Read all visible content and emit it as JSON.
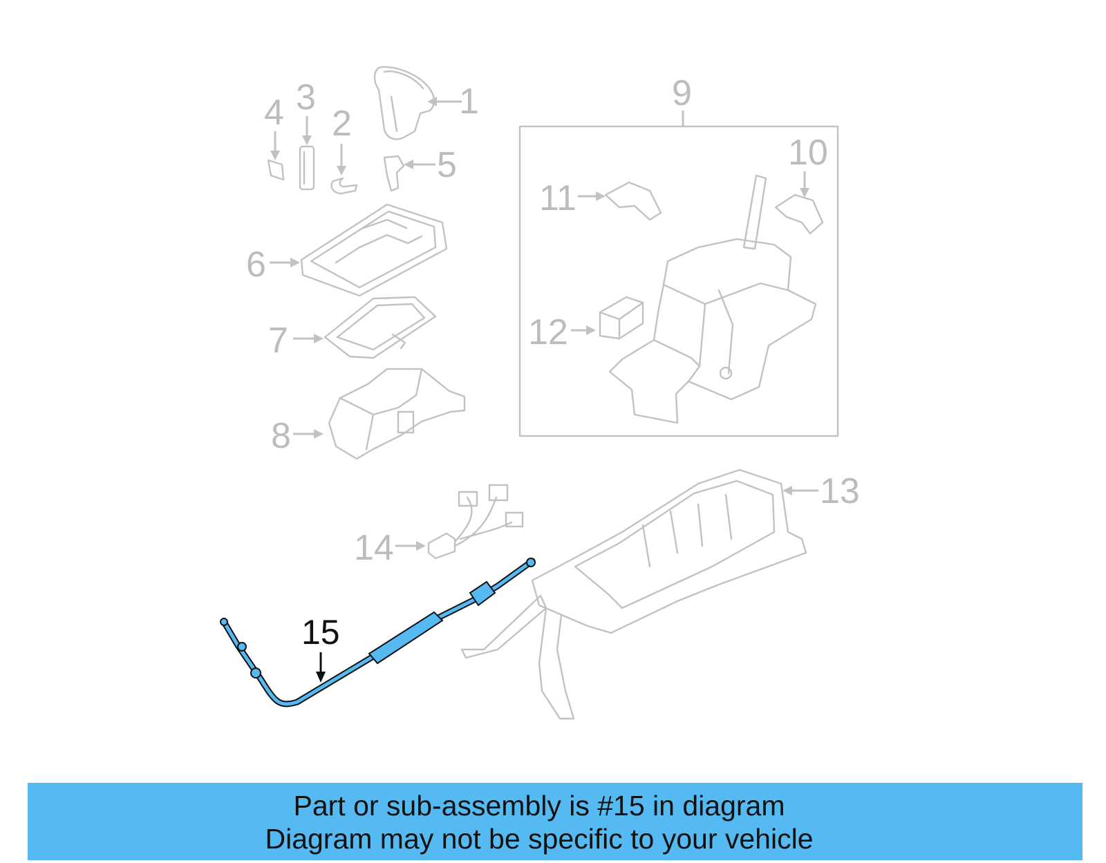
{
  "diagram": {
    "callouts": [
      "1",
      "2",
      "3",
      "4",
      "5",
      "6",
      "7",
      "8",
      "9",
      "10",
      "11",
      "12",
      "13",
      "14",
      "15"
    ],
    "highlighted_part": "15",
    "highlight_color": "#55baf2",
    "part_color": "#c2c2c2"
  },
  "banner": {
    "line1": "Part or sub-assembly is #15 in diagram",
    "line2": "Diagram may not be specific to your vehicle",
    "background": "#55baf2"
  }
}
